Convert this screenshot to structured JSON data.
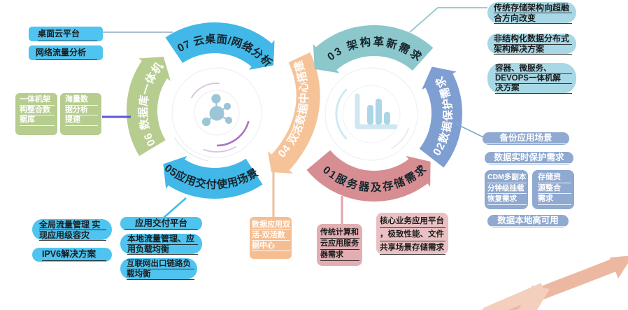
{
  "palette": {
    "blueArc": "#42B8E8",
    "greenBox": "#B7CD90",
    "orangeArc": "#F6C398",
    "tealArc": "#8CC7CB",
    "steelArc": "#7F9ED2",
    "roseArc": "#D78E92",
    "cyanBox": "#4FC4F0",
    "orangeBox": "#F5BE92",
    "pinkBox1": "#E2AEB3",
    "pinkBox2": "#EAC1C3",
    "paleBox": "#A8D8E5",
    "slateBox": "#8FA9D0",
    "arcTextDark": "#16262E",
    "iconTeal": "#9CC6D7",
    "iconPale": "#CFE7F1",
    "iconBar": "#ACD6E6",
    "swoosh": "#ECB8A2",
    "swooshLight": "#F4CFBE"
  },
  "left_circle": {
    "arc07": "07 云桌面/网络分析",
    "arc06": "06 数据库一体机",
    "arc05": "05应用交付使用场景",
    "arc04": "04 双活数据中心搭建"
  },
  "right_circle": {
    "arc03": "03 架构革新需求",
    "arc02": "02数据保护需求",
    "arc01": "01服务器及存储需求"
  },
  "labels": {
    "desktop_cloud": {
      "lines": [
        "桌面云平台"
      ]
    },
    "network_traffic": {
      "lines": [
        "网络流量分析"
      ]
    },
    "appliance_db": {
      "lines": [
        "一体机架",
        "构整合数",
        "据库",
        ""
      ]
    },
    "massive_data": {
      "lines": [
        "海量数",
        "据分析",
        "提速",
        ""
      ]
    },
    "global_traffic": {
      "lines": [
        "全局流量管理 实",
        "现应用级容灾"
      ]
    },
    "ipv6": {
      "lines": [
        "IPV6解决方案"
      ]
    },
    "app_delivery": {
      "lines": [
        "应用交付平台"
      ]
    },
    "local_traffic": {
      "lines": [
        "本地流量管理、应",
        "用负载均衡"
      ]
    },
    "internet_link": {
      "lines": [
        "互联网出口链路负",
        "载均衡"
      ]
    },
    "dual_active_dc": {
      "lines": [
        "数据应用双",
        "活-双活数",
        "据中心"
      ]
    },
    "traditional_compute": {
      "lines": [
        "传统计算和",
        "云应用服务",
        "器需求"
      ]
    },
    "core_business": {
      "lines": [
        "核心业务应用平台",
        "，极致性能、文件",
        "共享场景存储需求"
      ]
    },
    "storage_hci": {
      "lines": [
        "传统存储架构向超融",
        "合方向改变"
      ]
    },
    "unstructured": {
      "lines": [
        "非结构化数据分布式",
        "架构解决方案"
      ]
    },
    "container_devops": {
      "lines": [
        "容器、微服务、",
        "DEVOPS一体机解",
        "决方案"
      ]
    },
    "backup_scenario": {
      "lines": [
        "备份应用场景"
      ]
    },
    "realtime_protection": {
      "lines": [
        "数据实时保护需求"
      ]
    },
    "cdm_copies": {
      "lines": [
        "CDM多副本",
        "分钟级挂载",
        "恢复需求"
      ]
    },
    "storage_consolidation": {
      "lines": [
        "存储资",
        "源整合",
        "需求"
      ]
    },
    "local_ha": {
      "lines": [
        "数据本地高可用"
      ]
    }
  },
  "icons": {
    "left_center": "molecule-network-icon",
    "right_center": "bar-chart-icon",
    "bottom_right": "swoosh-arrow-icon"
  }
}
